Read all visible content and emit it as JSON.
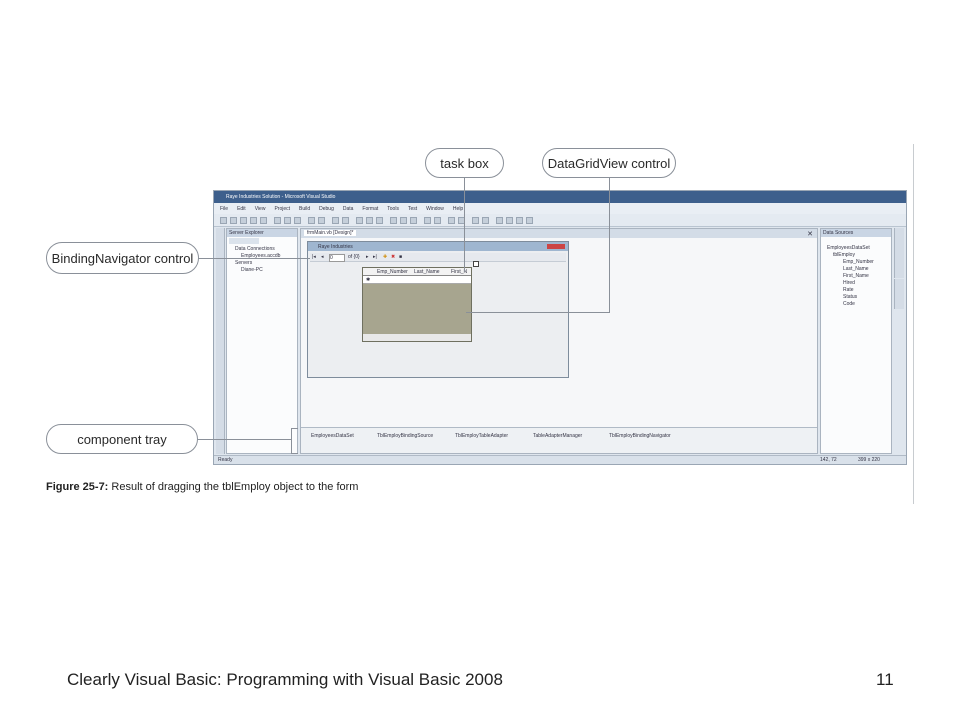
{
  "callouts": {
    "task_box": "task box",
    "datagridview": "DataGridView control",
    "binding_navigator": "BindingNavigator control",
    "component_tray": "component tray"
  },
  "ide": {
    "title": "Raye Industries Solution - Microsoft Visual Studio",
    "menu": [
      "File",
      "Edit",
      "View",
      "Project",
      "Build",
      "Debug",
      "Data",
      "Format",
      "Tools",
      "Test",
      "Window",
      "Help"
    ],
    "server_explorer": {
      "title": "Server Explorer",
      "items": [
        "Data Connections",
        "Employees.accdb",
        "Servers",
        "Diane-PC"
      ]
    },
    "document_tab": "frmMain.vb [Design]*",
    "form": {
      "title": "Raye Industries",
      "navigator": {
        "position": "0",
        "count": "of {0}"
      },
      "grid_columns": [
        "Emp_Number",
        "Last_Name",
        "First_N"
      ]
    },
    "tray_items": [
      "EmployeesDataSet",
      "TblEmployBindingSource",
      "TblEmployTableAdapter",
      "TableAdapterManager",
      "TblEmployBindingNavigator"
    ],
    "data_sources": {
      "title": "Data Sources",
      "dataset": "EmployeesDataSet",
      "table": "tblEmploy",
      "fields": [
        "Emp_Number",
        "Last_Name",
        "First_Name",
        "Hired",
        "Rate",
        "Status",
        "Code"
      ]
    },
    "side_tabs": [
      "Solution Explorer",
      "Properties"
    ],
    "status": {
      "left": "Ready",
      "pos": "142, 72",
      "size": "399 x 220"
    }
  },
  "caption": {
    "label": "Figure 25-7:",
    "text": " Result of dragging the tblEmploy object to the form"
  },
  "footer": {
    "text": "Clearly Visual Basic: Programming with Visual Basic 2008",
    "page": "11"
  }
}
